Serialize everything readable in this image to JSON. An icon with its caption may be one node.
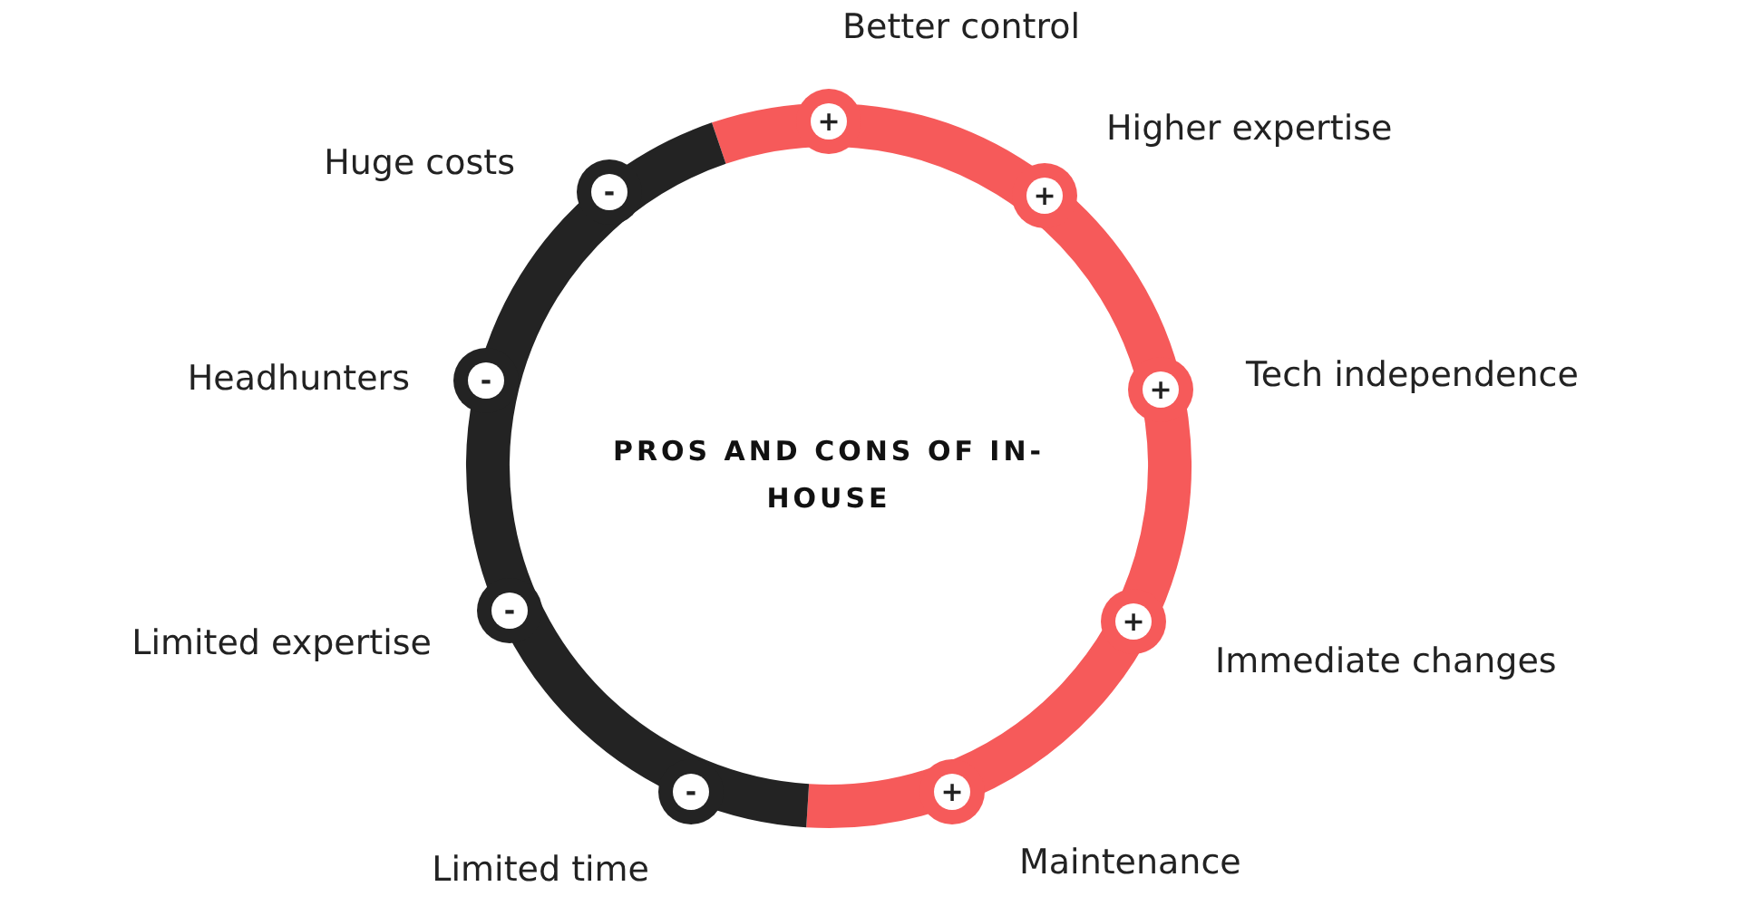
{
  "diagram": {
    "title": "PROS AND CONS OF IN-HOUSE",
    "nodes": [
      {
        "text": [
          "+"
        ],
        "beside": [
          "Better control"
        ]
      },
      {
        "text": [
          "+"
        ],
        "beside": [
          "Higher expertise"
        ]
      },
      {
        "text": [
          "+"
        ],
        "beside": [
          "Tech independence"
        ]
      },
      {
        "text": [
          "+"
        ],
        "beside": [
          "Immediate changes"
        ]
      },
      {
        "text": [
          "+"
        ],
        "beside": [
          "Maintenance"
        ]
      },
      {
        "text": [
          "-"
        ],
        "beside": [
          "Limited time"
        ]
      },
      {
        "text": [
          "-"
        ],
        "beside": [
          "Limited expertise"
        ]
      },
      {
        "text": [
          "-"
        ],
        "beside": [
          "Headhunters"
        ]
      },
      {
        "text": [
          "-"
        ],
        "beside": [
          "Huge costs"
        ]
      }
    ],
    "edges": []
  }
}
